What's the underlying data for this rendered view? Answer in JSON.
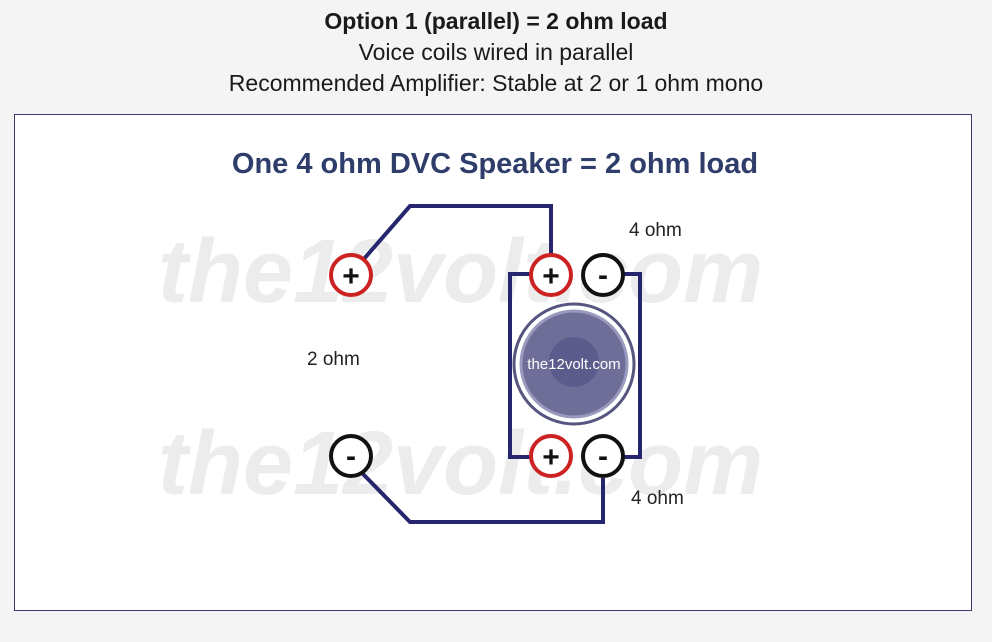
{
  "header": {
    "title": "Option 1 (parallel) = 2 ohm load",
    "subtitle": "Voice coils wired in parallel",
    "recommendation": "Recommended Amplifier: Stable at 2 or 1 ohm mono"
  },
  "diagram": {
    "title": "One 4 ohm DVC Speaker = 2 ohm load",
    "watermark": "the12volt.com",
    "load_label": "2 ohm",
    "coil_top_label": "4 ohm",
    "coil_bottom_label": "4 ohm",
    "speaker_label": "the12volt.com",
    "amp_terminals": {
      "positive": "+",
      "negative": "-"
    },
    "coil_top_terminals": {
      "positive": "+",
      "negative": "-"
    },
    "coil_bottom_terminals": {
      "positive": "+",
      "negative": "-"
    },
    "colors": {
      "wire": "#26266e",
      "positive_ring": "#cc2222",
      "negative_ring": "#111111",
      "title": "#2e3d6a",
      "speaker_cone": "#6e6e99"
    }
  }
}
